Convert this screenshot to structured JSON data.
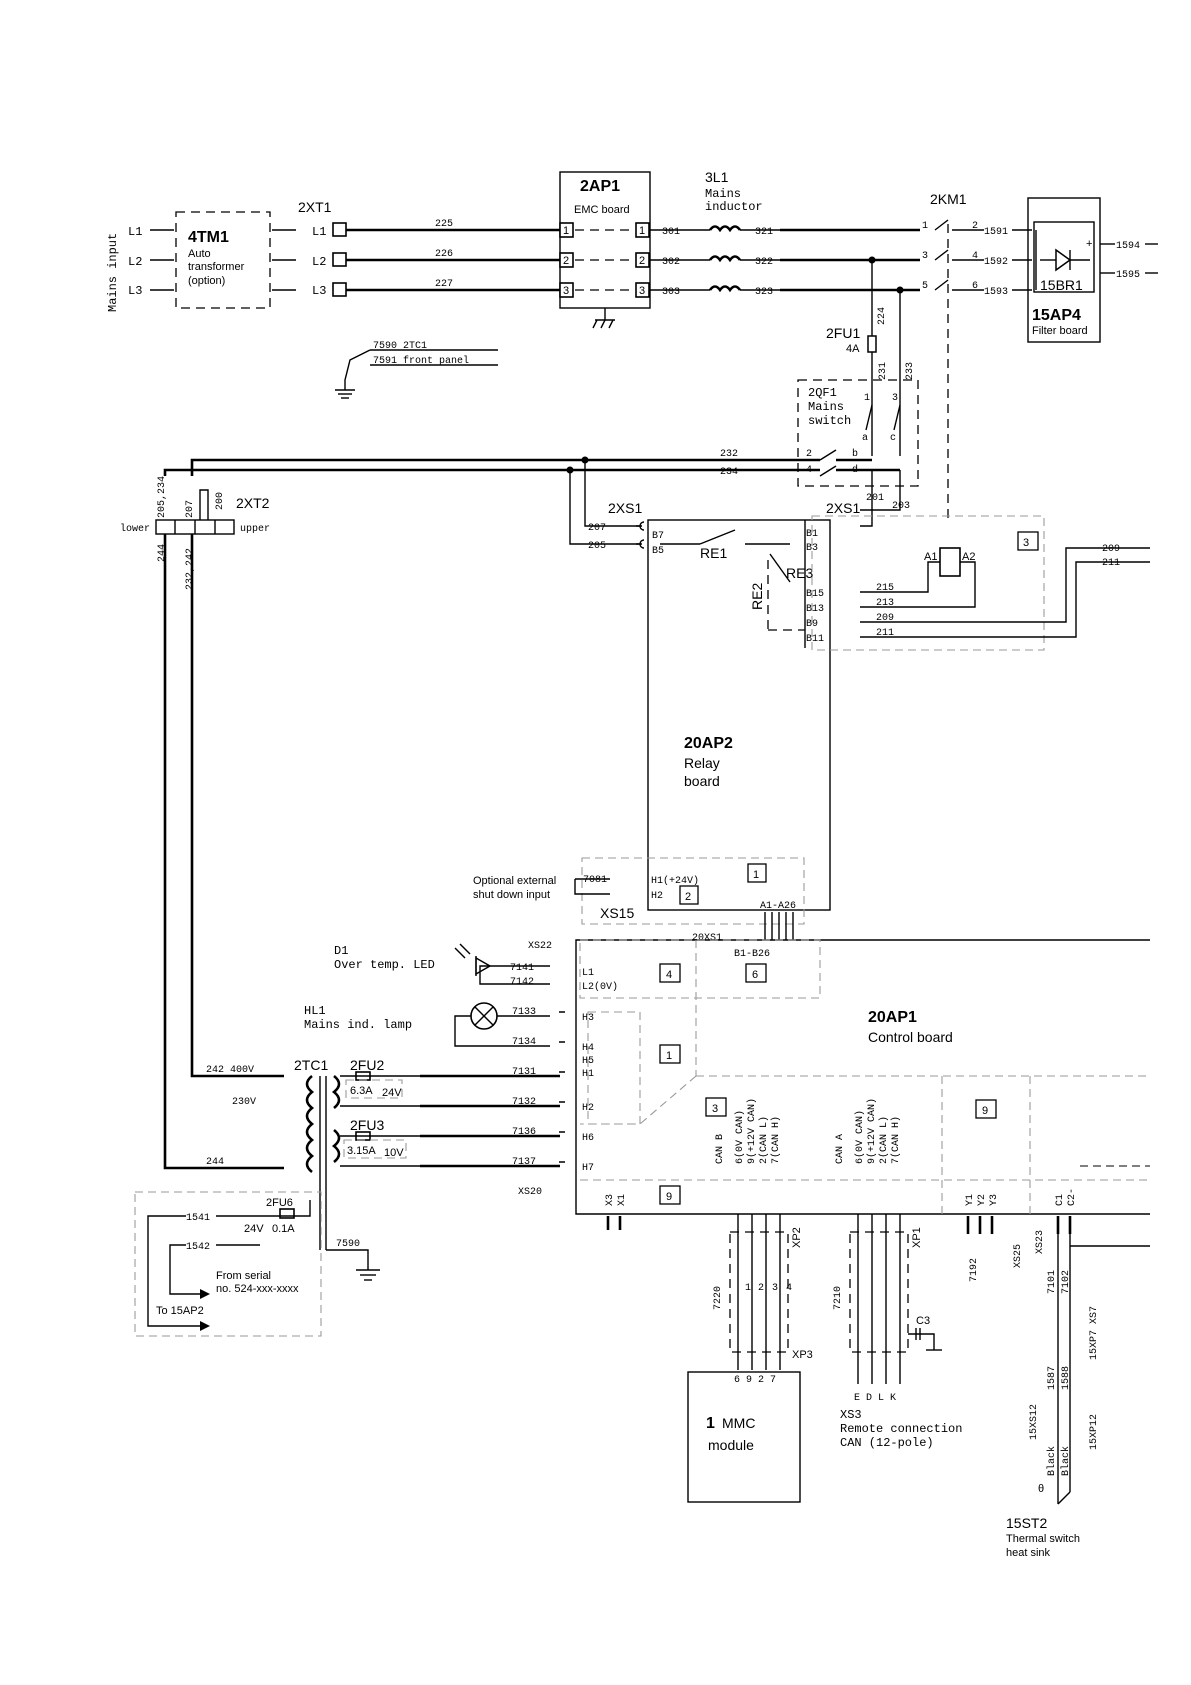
{
  "mains": {
    "title": "Mains input",
    "l1": "L1",
    "l2": "L2",
    "l3": "L3"
  },
  "tm1": {
    "id": "4TM1",
    "desc1": "Auto",
    "desc2": "transformer",
    "desc3": "(option)"
  },
  "xt1": {
    "id": "2XT1",
    "t1": "L1",
    "t2": "L2",
    "t3": "L3"
  },
  "wires_in": {
    "w1": "225",
    "w2": "226",
    "w3": "227"
  },
  "ap1": {
    "id": "2AP1",
    "desc": "EMC board",
    "p1": "1",
    "p2": "2",
    "p3": "3"
  },
  "l1coil": {
    "id": "3L1",
    "desc1": "Mains",
    "desc2": "inductor",
    "w301": "301",
    "w302": "302",
    "w303": "303",
    "w321": "321",
    "w322": "322",
    "w323": "323"
  },
  "km1": {
    "id": "2KM1",
    "c1": "1",
    "c2": "2",
    "c3": "3",
    "c4": "4",
    "c5": "5",
    "c6": "6",
    "w1591": "1591",
    "w1592": "1592",
    "w1593": "1593"
  },
  "ap4": {
    "id": "15AP4",
    "desc": "Filter board",
    "br": "15BR1",
    "plus": "+",
    "minus": "-",
    "w1594": "1594",
    "w1595": "1595"
  },
  "fu1": {
    "id": "2FU1",
    "rating": "4A",
    "w224": "224"
  },
  "ground_note": {
    "a": "7590 2TC1",
    "b": "7591 front panel"
  },
  "qf1": {
    "id": "2QF1",
    "desc1": "Mains",
    "desc2": "switch",
    "w231": "231",
    "w233": "233",
    "c1": "1",
    "c3": "3",
    "ca": "a",
    "cb": "b",
    "cc": "c",
    "cd": "d",
    "c2": "2",
    "c4": "4"
  },
  "mid_wires": {
    "w232": "232",
    "w234": "234",
    "w201": "201",
    "w203": "203",
    "w205_234": "205,234",
    "w207": "207",
    "w200": "200",
    "w205": "205",
    "w244": "244",
    "w232_242": "232,242"
  },
  "xt2": {
    "id": "2XT2",
    "lower": "lower",
    "upper": "upper"
  },
  "xs1": {
    "id": "2XS1",
    "id2": "2XS1",
    "b7": "B7",
    "b5": "B5",
    "b1": "B1",
    "b3": "B3",
    "b15": "B15",
    "b13": "B13",
    "b9": "B9",
    "b11": "B11"
  },
  "relays": {
    "re1": "RE1",
    "re2": "RE2",
    "re3": "RE3",
    "a1": "A1",
    "a2": "A2"
  },
  "relay_wires": {
    "w215": "215",
    "w213": "213",
    "w209": "209",
    "w211": "211"
  },
  "ap2": {
    "id": "20AP2",
    "desc1": "Relay",
    "desc2": "board"
  },
  "ext_shutdown": {
    "desc1": "Optional external",
    "desc2": "shut down input",
    "w7081": "7081",
    "h1": "H1(+24V)",
    "h2": "H2",
    "xs15": "XS15"
  },
  "xs20conn": {
    "a": "A1-A26",
    "b": "B1-B26",
    "id": "20XS1"
  },
  "xs22": {
    "id": "XS22",
    "w7141": "7141",
    "w7142": "7142",
    "l1": "L1",
    "l2": "L2(0V)"
  },
  "led": {
    "id": "D1",
    "desc": "Over temp. LED"
  },
  "lamp": {
    "id": "HL1",
    "desc": "Mains ind. lamp"
  },
  "hwires": {
    "w7133": "7133",
    "w7134": "7134",
    "w7131": "7131",
    "w7132": "7132",
    "w7136": "7136",
    "w7137": "7137",
    "h3": "H3",
    "h4": "H4",
    "h5": "H5",
    "h1": "H1",
    "h2": "H2",
    "h6": "H6",
    "h7": "H7",
    "xs20": "XS20"
  },
  "ap20": {
    "id": "20AP1",
    "desc": "Control board"
  },
  "tc1": {
    "id": "2TC1",
    "v400": "242 400V",
    "v230": "230V",
    "w244": "244",
    "w7590": "7590"
  },
  "fu2": {
    "id": "2FU2",
    "rating": "6.3A",
    "v": "24V"
  },
  "fu3": {
    "id": "2FU3",
    "rating": "3.15A",
    "v": "10V"
  },
  "fu6box": {
    "id": "2FU6",
    "w1541": "1541",
    "w1542": "1542",
    "v": "24V",
    "rating": "0.1A",
    "note1": "From serial",
    "note2": "no. 524-xxx-xxxx",
    "to": "To 15AP2"
  },
  "zones": {
    "z1": "1",
    "z2": "2",
    "z3": "3",
    "z4": "4",
    "z6": "6",
    "z9": "9"
  },
  "canb": {
    "title": "CAN B",
    "p6": "6(0V CAN)",
    "p9": "9(+12V CAN)",
    "p2": "2(CAN L)",
    "p7": "7(CAN H)",
    "xp2": "XP2",
    "w7220": "7220",
    "xp3": "XP3",
    "pins": "6 9 2 7",
    "n1": "1",
    "n2": "2",
    "n3": "3",
    "n4": "4"
  },
  "cana": {
    "title": "CAN A",
    "p6": "6(0V CAN)",
    "p9": "9(+12V CAN)",
    "p2": "2(CAN L)",
    "p7": "7(CAN H)",
    "xp1": "XP1",
    "w7210": "7210",
    "c3": "C3",
    "pins": "E D L K"
  },
  "xs3": {
    "id": "XS3",
    "desc1": "Remote connection",
    "desc2": "CAN (12-pole)"
  },
  "mmc": {
    "num": "1",
    "desc1": "MMC",
    "desc2": "module"
  },
  "x3x1": {
    "x3": "X3",
    "x1": "X1"
  },
  "yconn": {
    "y1": "Y1",
    "y2": "Y2",
    "y3": "Y3",
    "w7192": "7192",
    "xs25": "XS25"
  },
  "cconn": {
    "c1": "C1",
    "c2": "C2-",
    "xs23": "XS23",
    "w7101": "7101",
    "w7102": "7102",
    "xp7": "15XP7 XS7",
    "w1587": "1587",
    "w1588": "1588",
    "xs12": "15XS12",
    "xp12": "15XP12",
    "black1": "Black",
    "black2": "Black"
  },
  "st2": {
    "id": "15ST2",
    "desc1": "Thermal switch",
    "desc2": "heat sink",
    "theta": "θ"
  }
}
